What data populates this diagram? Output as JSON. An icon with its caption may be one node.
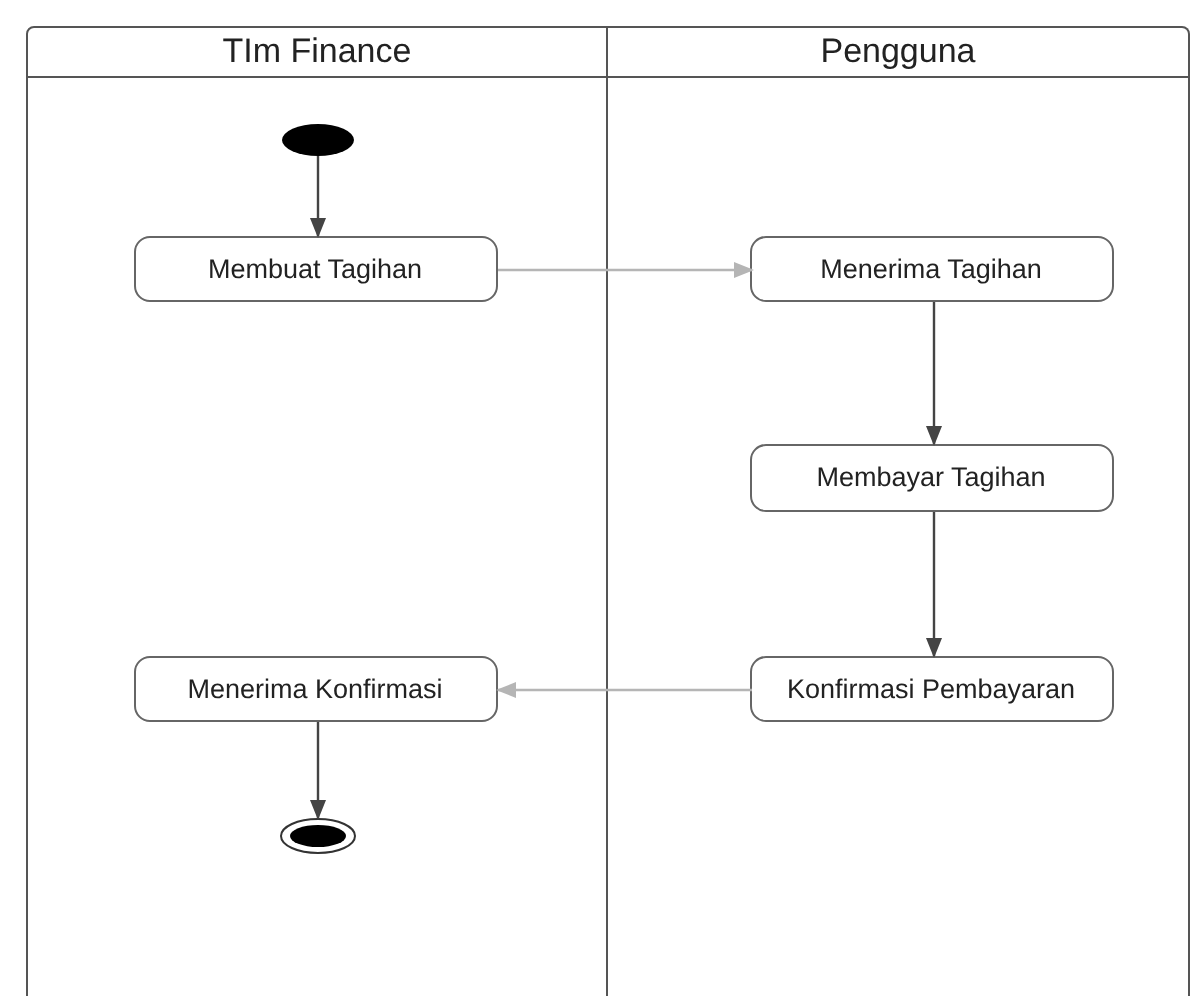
{
  "diagram": {
    "nodes": [
      {
        "text": [
          "TIm Finance"
        ]
      },
      {
        "text": [
          "Pengguna"
        ]
      },
      {
        "text": [],
        "shape": "circle",
        "in": 0
      },
      {
        "text": [
          "Membuat Tagihan"
        ],
        "in": 0
      },
      {
        "text": [
          "Menerima Tagihan"
        ],
        "in": 1
      },
      {
        "text": [
          "Membayar Tagihan"
        ],
        "in": 1
      },
      {
        "text": [
          "Konfirmasi Pembayaran"
        ],
        "in": 1
      },
      {
        "text": [
          "Menerima Konfirmasi"
        ],
        "in": 0
      },
      {
        "text": [],
        "shape": "circle",
        "in": 0
      }
    ],
    "edges": [
      {
        "from": 2,
        "to": 3,
        "arrow": "to"
      },
      {
        "from": 3,
        "to": 4,
        "arrow": "to",
        "color": "#b5b5b5"
      },
      {
        "from": 4,
        "to": 5,
        "arrow": "to"
      },
      {
        "from": 5,
        "to": 6,
        "arrow": "to"
      },
      {
        "from": 6,
        "to": 7,
        "arrow": "to",
        "color": "#b5b5b5"
      },
      {
        "from": 7,
        "to": 8,
        "arrow": "to"
      }
    ]
  }
}
